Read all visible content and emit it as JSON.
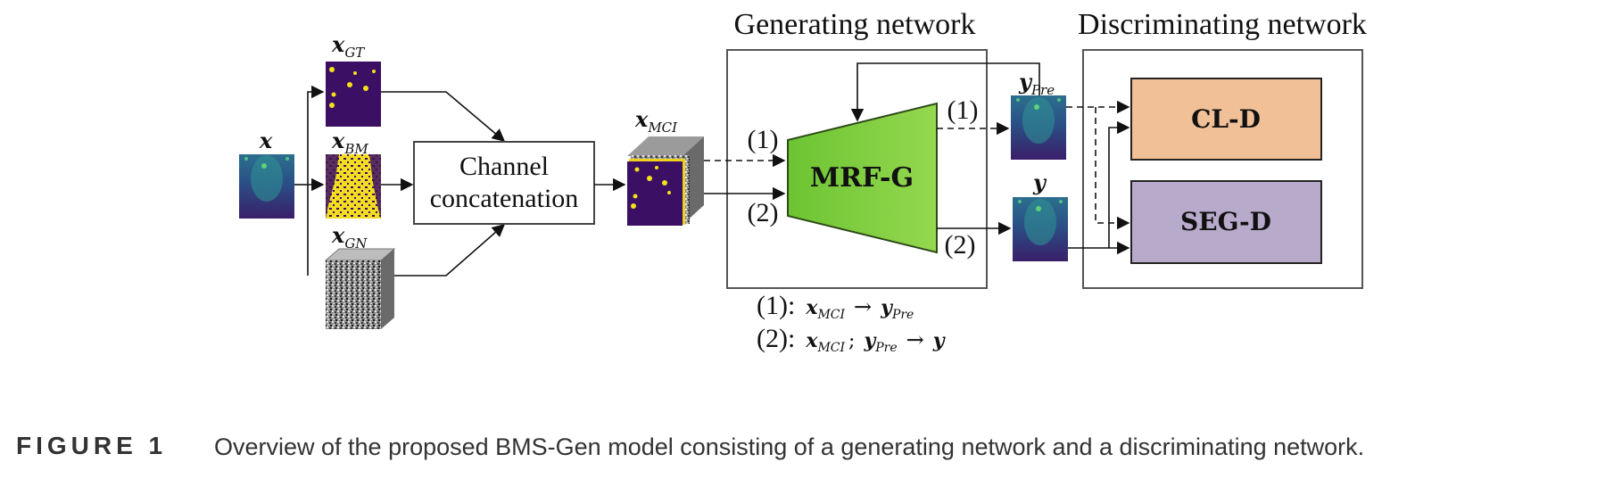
{
  "diagram": {
    "titles": {
      "generating": "Generating network",
      "discriminating": "Discriminating network"
    },
    "inputs": {
      "x": "x",
      "x_gt_base": "x",
      "x_gt_sub": "GT",
      "x_bm_base": "x",
      "x_bm_sub": "BM",
      "x_gn_base": "x",
      "x_gn_sub": "GN",
      "x_mci_base": "x",
      "x_mci_sub": "MCI"
    },
    "concat": {
      "line1": "Channel",
      "line2": "concatenation"
    },
    "generator": {
      "label": "MRF-G"
    },
    "paths": {
      "p1": "(1)",
      "p2": "(2)"
    },
    "outputs": {
      "y_pre_base": "y",
      "y_pre_sub": "Pre",
      "y": "y"
    },
    "discriminators": {
      "cl": "CL-D",
      "seg": "SEG-D"
    },
    "legend": {
      "line1_prefix": "(1):",
      "line2_prefix": "(2):",
      "x": "x",
      "mci": "MCI",
      "y": "y",
      "pre": "Pre",
      "arrow": "→",
      "semicolon": ";"
    },
    "colors": {
      "generator_green": "#7fcf3c",
      "cl_fill": "#f2c097",
      "seg_fill": "#b8aacb",
      "map_dark": "#3b0f63",
      "map_yellow": "#f5e11a"
    }
  },
  "caption": {
    "label": "FIGURE 1",
    "text": "Overview of the proposed BMS-Gen model consisting of a generating network and a discriminating network."
  }
}
